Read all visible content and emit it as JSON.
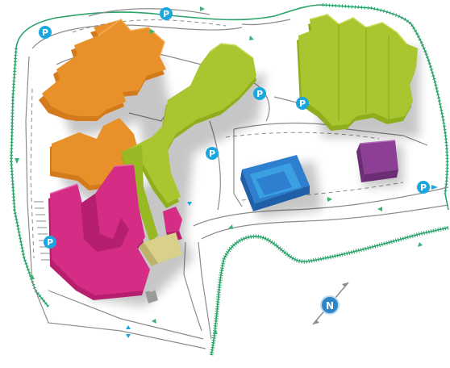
{
  "map": {
    "parking_label": "P",
    "parking_color": "#1aa7e0",
    "compass_label": "N",
    "compass_color": "#2e86c8",
    "boundary_color": "#2aa36a",
    "road_color": "#8c8c8c",
    "arrow_color": "#3bb273"
  },
  "buildings": [
    {
      "name": "orange-north-block",
      "color": "#e8902a"
    },
    {
      "name": "orange-west-block",
      "color": "#e8902a"
    },
    {
      "name": "lime-connector-block",
      "color": "#a9c52f"
    },
    {
      "name": "lime-east-block",
      "color": "#a9c52f"
    },
    {
      "name": "magenta-block",
      "color": "#d52c86"
    },
    {
      "name": "blue-block",
      "color": "#2f7fd0"
    },
    {
      "name": "purple-block",
      "color": "#8c3f94"
    },
    {
      "name": "tan-annex",
      "color": "#d9d08a"
    }
  ]
}
